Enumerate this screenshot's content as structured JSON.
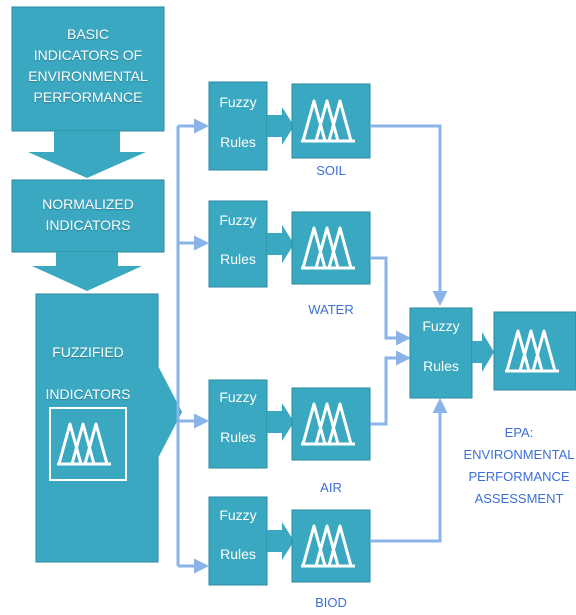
{
  "colors": {
    "box_fill": "#3aa8c1",
    "box_edge": "#2a8aa0",
    "connector": "#8ab4e8",
    "caption": "#3d6fd6",
    "symbol": "#ffffff"
  },
  "input_stack": {
    "basic": "BASIC\nINDICATORS OF\nENVIRONMENTAL\nPERFORMANCE",
    "normalized": "NORMALIZED\nINDICATORS",
    "fuzzified": "FUZZIFIED\n\nINDICATORS"
  },
  "rule_word_top": "Fuzzy",
  "rule_word_bottom": "Rules",
  "modules": [
    {
      "caption": "SOIL",
      "rule_top": "Fuzzy",
      "rule_bottom": "Rules"
    },
    {
      "caption": "WATER",
      "rule_top": "Fuzzy",
      "rule_bottom": "Rules"
    },
    {
      "caption": "AIR",
      "rule_top": "Fuzzy",
      "rule_bottom": "Rules"
    },
    {
      "caption": "BIOD",
      "rule_top": "Fuzzy",
      "rule_bottom": "Rules"
    }
  ],
  "aggregator": {
    "rule_top": "Fuzzy",
    "rule_bottom": "Rules"
  },
  "output": {
    "caption": "EPA:\nENVIRONMENTAL\nPERFORMANCE\nASSESSMENT"
  },
  "icons": [
    "membership-function-icon"
  ]
}
